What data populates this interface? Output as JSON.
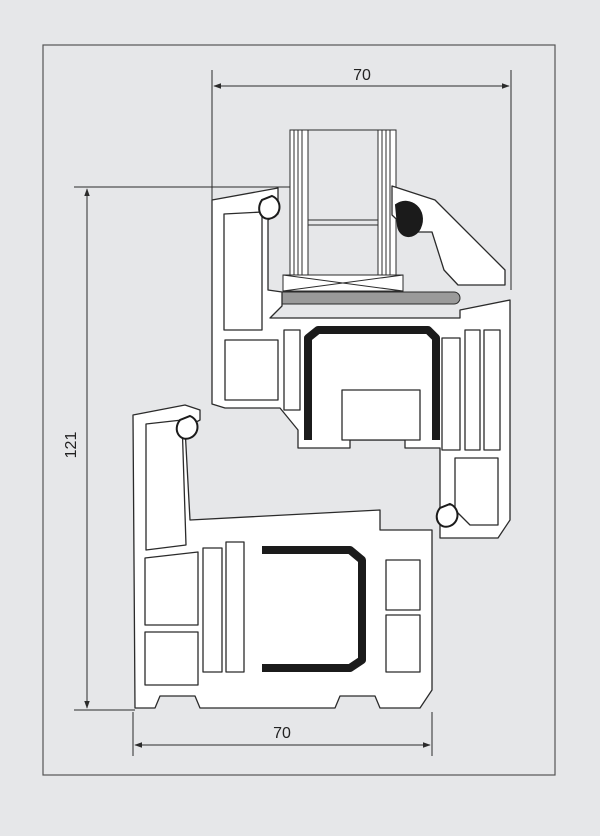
{
  "dimensions": {
    "top_width": "70",
    "bottom_width": "70",
    "height": "121"
  },
  "colors": {
    "background": "#e6e7e9",
    "profile_fill": "#ffffff",
    "outline": "#2b2b2b",
    "steel_reinforcement": "#1b1b1b",
    "glass": "#ffffff",
    "spacer_bar": "#9a9a9a"
  },
  "icons": [
    "window-profile-cross-section-drawing"
  ]
}
